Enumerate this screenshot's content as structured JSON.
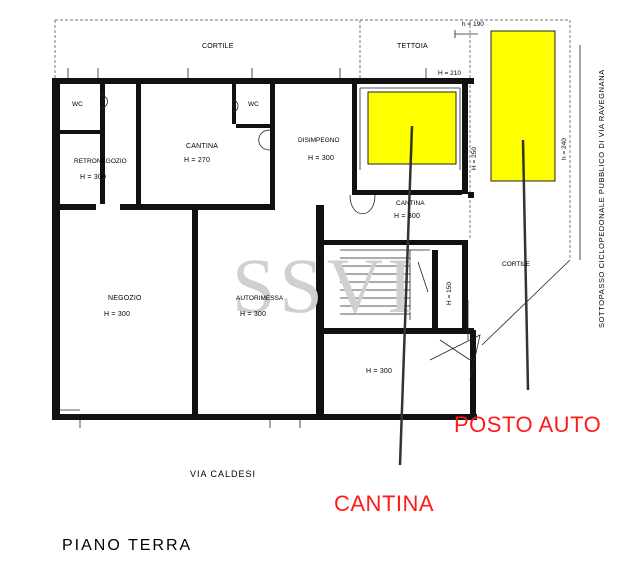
{
  "plan": {
    "title": "PIANO TERRA",
    "street": "VIA CALDESI",
    "side_passage": "SOTTOPASSO CICLOPEDONALE PUBBLICO DI VIA RAVEGNANA",
    "rooms": {
      "cortile_top": "CORTILE",
      "tettoia": "TETTOIA",
      "h190": "h = 190",
      "h210": "H = 210",
      "h240": "h = 240",
      "wc1": "WC",
      "wc2": "WC",
      "cantina1_name": "CANTINA",
      "cantina1_h": "H = 270",
      "disimpegno_name": "DISIMPEGNO",
      "disimpegno_h": "H = 300",
      "retronegozio_name": "RETRONEGOZIO",
      "retronegozio_h": "H = 300",
      "cantina2_name": "CANTINA",
      "cantina2_h": "H = 300",
      "h250": "H = 250",
      "h150": "H = 150",
      "cortile_right": "CORTILE",
      "negozio_name": "NEGOZIO",
      "negozio_h": "H = 300",
      "autorimessa_name": "AUTORIMESSA",
      "autorimessa_h": "H = 300",
      "bottom_h": "H = 300"
    },
    "highlights": {
      "color": "#ffff00",
      "posto_auto_label": "POSTO AUTO",
      "cantina_label": "CANTINA",
      "label_color": "#ff1a1a"
    },
    "watermark": "SSVI"
  }
}
